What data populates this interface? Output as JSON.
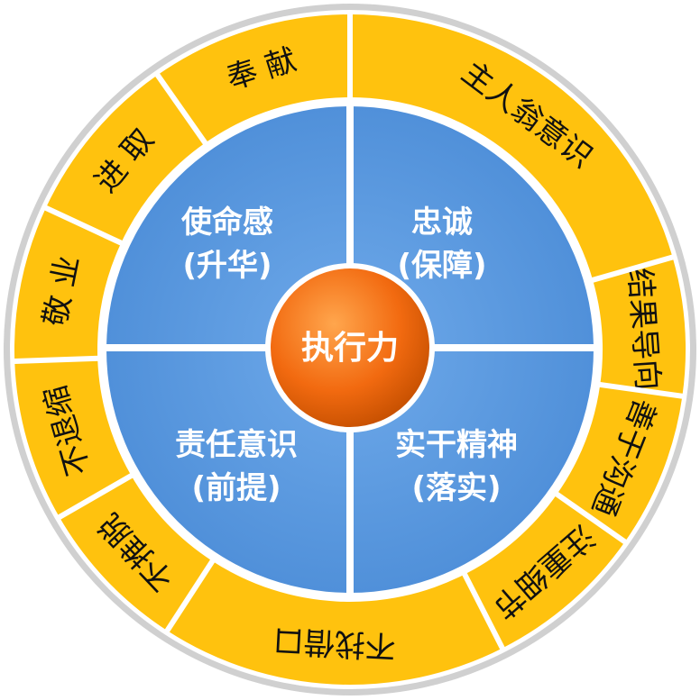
{
  "center": {
    "label": "执行力"
  },
  "quadrants": [
    {
      "line1": "使命感",
      "line2": "(升华)"
    },
    {
      "line1": "忠诚",
      "line2": "(保障)"
    },
    {
      "line1": "责任意识",
      "line2": "(前提)"
    },
    {
      "line1": "实干精神",
      "line2": "(落实)"
    }
  ],
  "ring_segments": [
    {
      "label": "奉 献"
    },
    {
      "label": "主人翁意识"
    },
    {
      "label": "结果导向"
    },
    {
      "label": "善于沟通"
    },
    {
      "label": "注重细节"
    },
    {
      "label": "不找借口"
    },
    {
      "label": "不推脱"
    },
    {
      "label": "不退缩"
    },
    {
      "label": "敬 业"
    },
    {
      "label": "进 取"
    }
  ],
  "colors": {
    "ring_fill": "#FFC20E",
    "ring_border": "#C9C9C9",
    "quadrant_fill": "#5B9BE0",
    "core_fill": "#F26A10"
  }
}
